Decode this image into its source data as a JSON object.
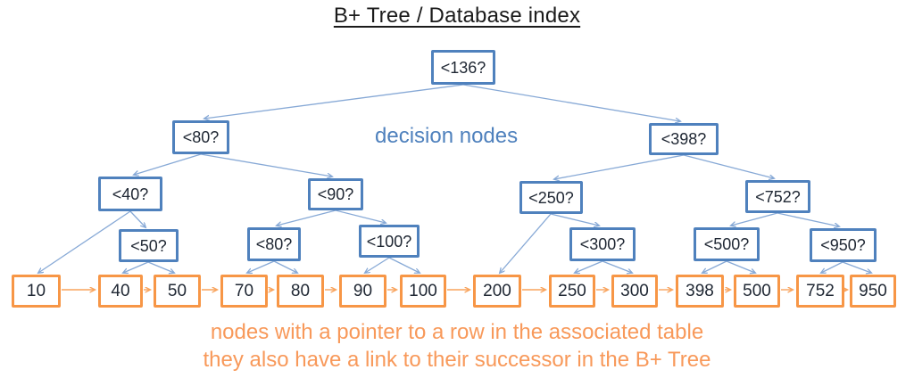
{
  "title": "B+ Tree / Database index",
  "labels": {
    "decision_nodes": "decision nodes",
    "caption_line1": "nodes with a pointer to a row in the associated table",
    "caption_line2": "they also have a link to their successor in the B+ Tree"
  },
  "colors": {
    "decision_border": "#4f81bd",
    "decision_label_text": "#4f81bd",
    "edge_blue": "#87a9d6",
    "leaf_border": "#f79646",
    "successor_link_orange": "#f8a35c",
    "caption_text": "#f8995a",
    "node_text": "#1f2733",
    "title_text": "#1b1b1b"
  },
  "tree": {
    "decision_nodes": [
      {
        "label": "<136?"
      },
      {
        "label": "<80?"
      },
      {
        "label": "<398?"
      },
      {
        "label": "<40?"
      },
      {
        "label": "<90?"
      },
      {
        "label": "<250?"
      },
      {
        "label": "<752?"
      },
      {
        "label": "<50?"
      },
      {
        "label": "<80?"
      },
      {
        "label": "<100?"
      },
      {
        "label": "<300?"
      },
      {
        "label": "<500?"
      },
      {
        "label": "<950?"
      }
    ],
    "leaf_nodes": [
      {
        "label": "10"
      },
      {
        "label": "40"
      },
      {
        "label": "50"
      },
      {
        "label": "70"
      },
      {
        "label": "80"
      },
      {
        "label": "90"
      },
      {
        "label": "100"
      },
      {
        "label": "200"
      },
      {
        "label": "250"
      },
      {
        "label": "300"
      },
      {
        "label": "398"
      },
      {
        "label": "500"
      },
      {
        "label": "752"
      },
      {
        "label": "950"
      }
    ],
    "edges": [
      {
        "from": "<136?",
        "to": "<80?"
      },
      {
        "from": "<136?",
        "to": "<398?"
      },
      {
        "from": "<80?",
        "to": "<40?"
      },
      {
        "from": "<80?",
        "to": "<90?"
      },
      {
        "from": "<398?",
        "to": "<250?"
      },
      {
        "from": "<398?",
        "to": "<752?"
      },
      {
        "from": "<40?",
        "to": "10"
      },
      {
        "from": "<40?",
        "to": "<50?"
      },
      {
        "from": "<50?",
        "to": "40"
      },
      {
        "from": "<50?",
        "to": "50"
      },
      {
        "from": "<90?",
        "to": "<80?"
      },
      {
        "from": "<90?",
        "to": "<100?"
      },
      {
        "from": "<80?",
        "to": "70"
      },
      {
        "from": "<80?",
        "to": "80"
      },
      {
        "from": "<100?",
        "to": "90"
      },
      {
        "from": "<100?",
        "to": "100"
      },
      {
        "from": "<250?",
        "to": "200"
      },
      {
        "from": "<250?",
        "to": "<300?"
      },
      {
        "from": "<300?",
        "to": "250"
      },
      {
        "from": "<300?",
        "to": "300"
      },
      {
        "from": "<752?",
        "to": "<500?"
      },
      {
        "from": "<752?",
        "to": "<950?"
      },
      {
        "from": "<500?",
        "to": "398"
      },
      {
        "from": "<500?",
        "to": "500"
      },
      {
        "from": "<950?",
        "to": "752"
      },
      {
        "from": "<950?",
        "to": "950"
      }
    ],
    "successor_chain": [
      "10",
      "40",
      "50",
      "70",
      "80",
      "90",
      "100",
      "200",
      "250",
      "300",
      "398",
      "500",
      "752",
      "950"
    ]
  }
}
